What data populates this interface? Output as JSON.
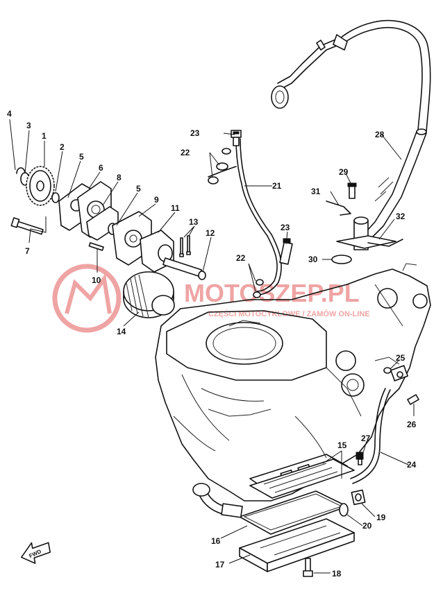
{
  "watermark": {
    "brand": "MOTOSZEP.PL",
    "tagline": "CZĘŚCI MOTOCYKLOWE / ZAMÓW ON-LINE",
    "color": "#e35a5a"
  },
  "fwd_label": "FWD",
  "labels": [
    {
      "id": "1",
      "text": "1"
    },
    {
      "id": "2",
      "text": "2"
    },
    {
      "id": "3",
      "text": "3"
    },
    {
      "id": "4",
      "text": "4"
    },
    {
      "id": "5a",
      "text": "5"
    },
    {
      "id": "5b",
      "text": "5"
    },
    {
      "id": "6",
      "text": "6"
    },
    {
      "id": "7",
      "text": "7"
    },
    {
      "id": "8",
      "text": "8"
    },
    {
      "id": "9",
      "text": "9"
    },
    {
      "id": "10",
      "text": "10"
    },
    {
      "id": "11",
      "text": "11"
    },
    {
      "id": "12",
      "text": "12"
    },
    {
      "id": "13",
      "text": "13"
    },
    {
      "id": "14",
      "text": "14"
    },
    {
      "id": "15",
      "text": "15"
    },
    {
      "id": "16",
      "text": "16"
    },
    {
      "id": "17",
      "text": "17"
    },
    {
      "id": "18",
      "text": "18"
    },
    {
      "id": "19",
      "text": "19"
    },
    {
      "id": "20",
      "text": "20"
    },
    {
      "id": "21",
      "text": "21"
    },
    {
      "id": "22a",
      "text": "22"
    },
    {
      "id": "22b",
      "text": "22"
    },
    {
      "id": "23a",
      "text": "23"
    },
    {
      "id": "23b",
      "text": "23"
    },
    {
      "id": "24",
      "text": "24"
    },
    {
      "id": "25",
      "text": "25"
    },
    {
      "id": "26",
      "text": "26"
    },
    {
      "id": "27",
      "text": "27"
    },
    {
      "id": "28",
      "text": "28"
    },
    {
      "id": "29",
      "text": "29"
    },
    {
      "id": "30",
      "text": "30"
    },
    {
      "id": "31",
      "text": "31"
    },
    {
      "id": "32",
      "text": "32"
    }
  ]
}
